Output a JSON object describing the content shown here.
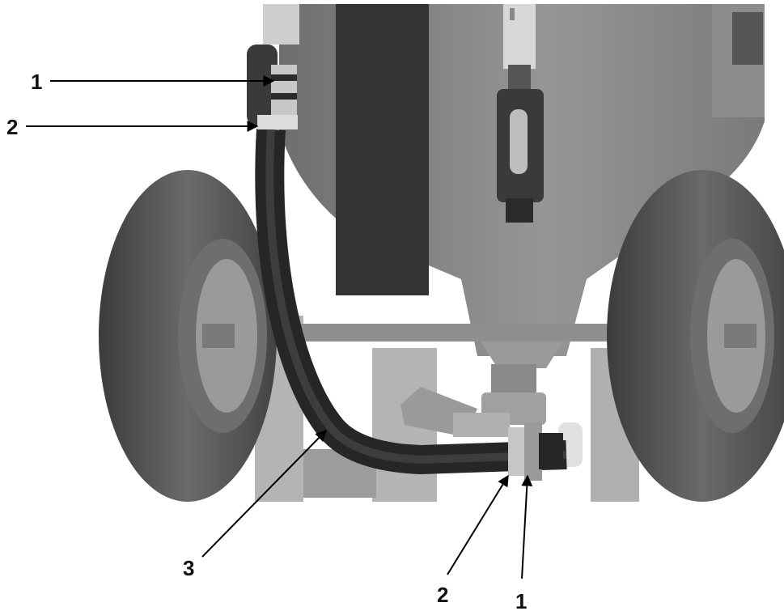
{
  "callouts": {
    "top_fitting": "1",
    "top_hose_end": "2",
    "hose": "3",
    "bottom_hose_end": "2",
    "bottom_fitting": "1"
  },
  "colors": {
    "background": "#ffffff",
    "tire": "#5a5a5a",
    "hose": "#2b2b2b",
    "vessel": "#8a8a8a",
    "frame": "#a7a7a7",
    "arrow": "#000000"
  }
}
